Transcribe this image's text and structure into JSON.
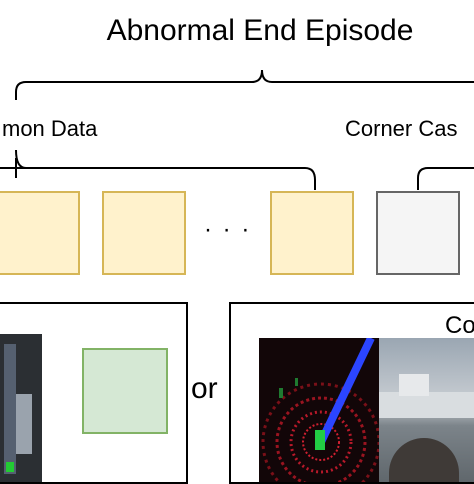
{
  "title": "Abnormal End Episode",
  "labels": {
    "common": "mon Data",
    "corner": "Corner Cas",
    "ellipsis": "· · ·",
    "or": "or",
    "panel_right": "Co"
  },
  "colors": {
    "common_fill": "#fff2cc",
    "common_stroke": "#d6b656",
    "corner_fill": "#f5f5f5",
    "corner_stroke": "#666666",
    "green_fill": "#d5e8d4",
    "green_stroke": "#82b366"
  }
}
